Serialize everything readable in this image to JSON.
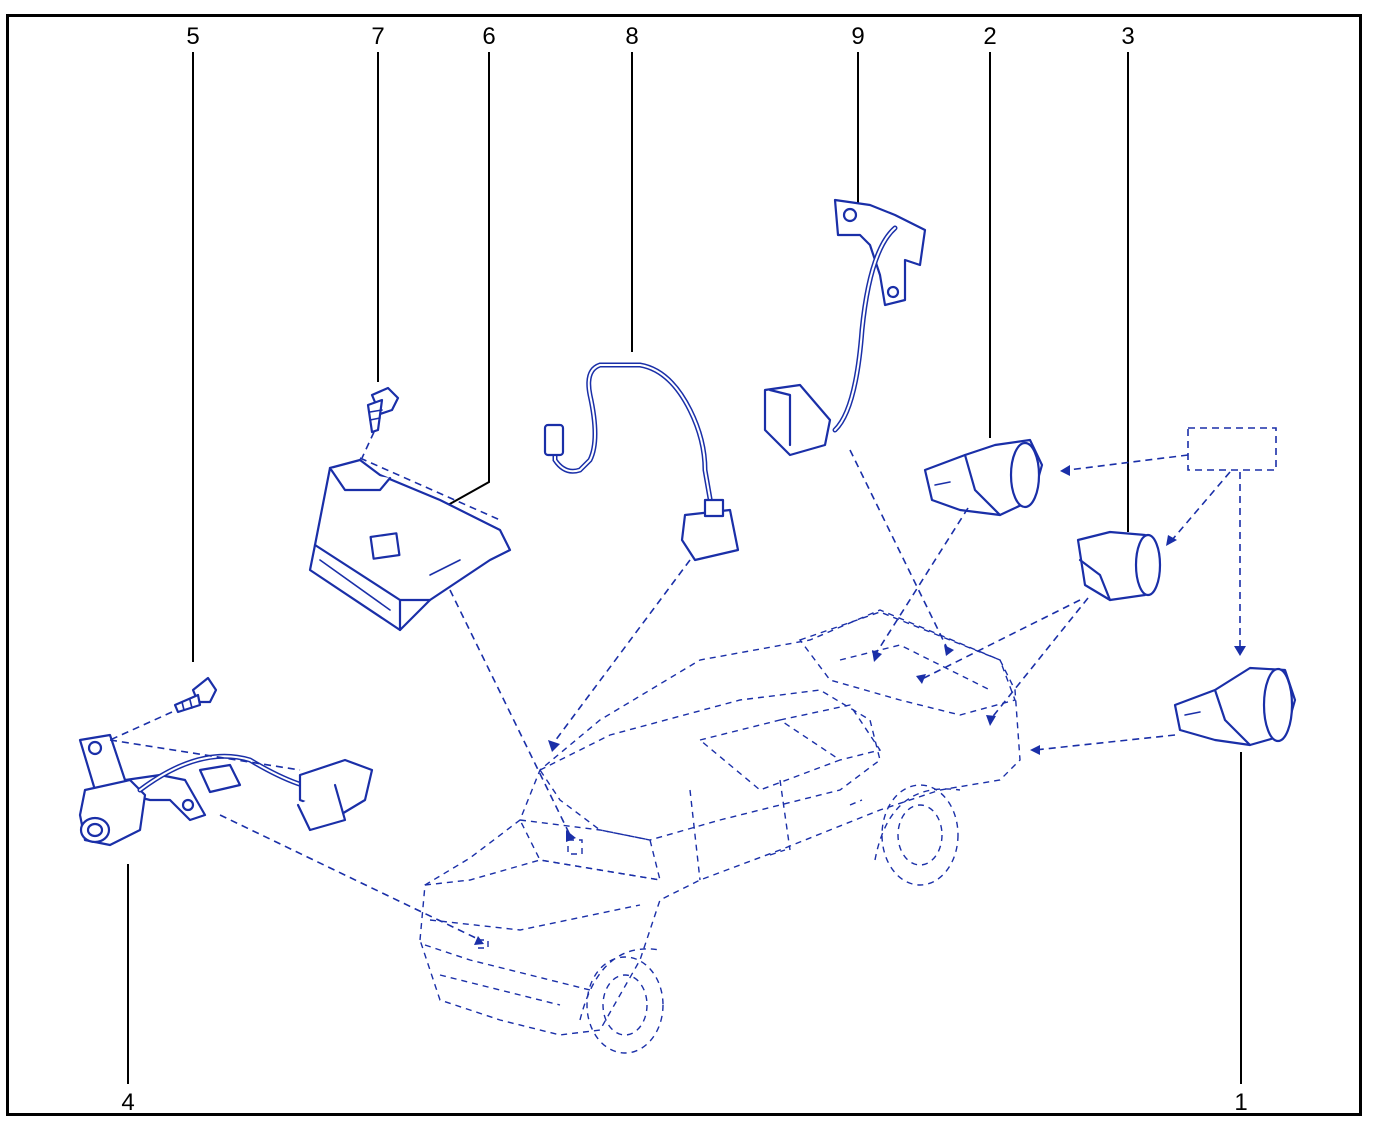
{
  "colors": {
    "line": "#1a2fa8",
    "callout": "#000000",
    "background": "#ffffff"
  },
  "callouts": [
    {
      "id": "1",
      "label": "1"
    },
    {
      "id": "2",
      "label": "2"
    },
    {
      "id": "3",
      "label": "3"
    },
    {
      "id": "4",
      "label": "4"
    },
    {
      "id": "5",
      "label": "5"
    },
    {
      "id": "6",
      "label": "6"
    },
    {
      "id": "7",
      "label": "7"
    },
    {
      "id": "8",
      "label": "8"
    },
    {
      "id": "9",
      "label": "9"
    }
  ]
}
